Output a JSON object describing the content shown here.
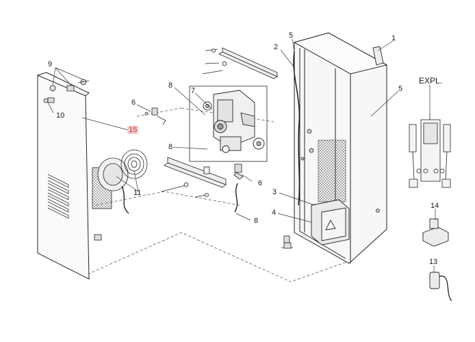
{
  "diagram": {
    "callouts": [
      {
        "id": "c1",
        "text": "1"
      },
      {
        "id": "c2",
        "text": "2"
      },
      {
        "id": "c3",
        "text": "3"
      },
      {
        "id": "c4",
        "text": "4"
      },
      {
        "id": "c5a",
        "text": "5"
      },
      {
        "id": "c5b",
        "text": "5"
      },
      {
        "id": "c6a",
        "text": "6"
      },
      {
        "id": "c6b",
        "text": "6"
      },
      {
        "id": "c7",
        "text": "7"
      },
      {
        "id": "c8a",
        "text": "8"
      },
      {
        "id": "c8b",
        "text": "8"
      },
      {
        "id": "c8c",
        "text": "8"
      },
      {
        "id": "c9",
        "text": "9"
      },
      {
        "id": "c10",
        "text": "10"
      },
      {
        "id": "c11",
        "text": "11"
      },
      {
        "id": "c13",
        "text": "13"
      },
      {
        "id": "c14",
        "text": "14"
      },
      {
        "id": "c15",
        "text": "15"
      }
    ],
    "expl_label": "EXPL.",
    "highlight_color": "#c0392b",
    "highlight_bg": "#f4c9cc",
    "line_color": "#333333"
  }
}
